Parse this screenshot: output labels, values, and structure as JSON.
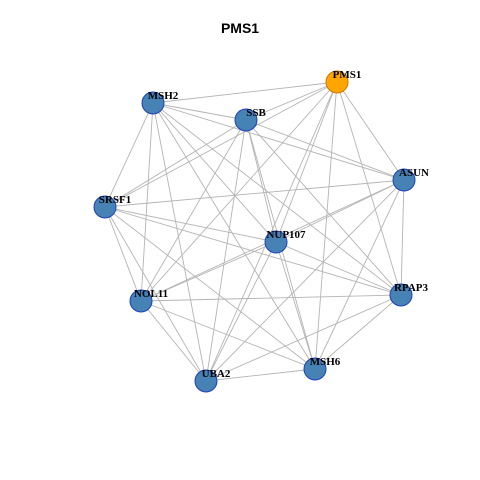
{
  "title": "PMS1",
  "colors": {
    "node_fill": "#4682B4",
    "node_stroke": "#1f3fbf",
    "highlight_fill": "#FFA500",
    "highlight_stroke": "#c97a00",
    "edge": "#b4b4b4"
  },
  "network": {
    "nodes": [
      {
        "id": "PMS1",
        "label": "PMS1",
        "highlight": true
      },
      {
        "id": "MSH2",
        "label": "MSH2",
        "highlight": false
      },
      {
        "id": "SSB",
        "label": "SSB",
        "highlight": false
      },
      {
        "id": "ASUN",
        "label": "ASUN",
        "highlight": false
      },
      {
        "id": "SRSF1",
        "label": "SRSF1",
        "highlight": false
      },
      {
        "id": "NUP107",
        "label": "NUP107",
        "highlight": false
      },
      {
        "id": "RPAP3",
        "label": "RPAP3",
        "highlight": false
      },
      {
        "id": "NOL11",
        "label": "NOL11",
        "highlight": false
      },
      {
        "id": "MSH6",
        "label": "MSH6",
        "highlight": false
      },
      {
        "id": "UBA2",
        "label": "UBA2",
        "highlight": false
      }
    ],
    "edges": [
      [
        "PMS1",
        "MSH2"
      ],
      [
        "PMS1",
        "SSB"
      ],
      [
        "PMS1",
        "ASUN"
      ],
      [
        "PMS1",
        "SRSF1"
      ],
      [
        "PMS1",
        "NUP107"
      ],
      [
        "PMS1",
        "RPAP3"
      ],
      [
        "PMS1",
        "NOL11"
      ],
      [
        "PMS1",
        "MSH6"
      ],
      [
        "PMS1",
        "UBA2"
      ],
      [
        "MSH2",
        "SSB"
      ],
      [
        "MSH2",
        "ASUN"
      ],
      [
        "MSH2",
        "SRSF1"
      ],
      [
        "MSH2",
        "NUP107"
      ],
      [
        "MSH2",
        "RPAP3"
      ],
      [
        "MSH2",
        "NOL11"
      ],
      [
        "MSH2",
        "MSH6"
      ],
      [
        "MSH2",
        "UBA2"
      ],
      [
        "SSB",
        "ASUN"
      ],
      [
        "SSB",
        "SRSF1"
      ],
      [
        "SSB",
        "NUP107"
      ],
      [
        "SSB",
        "RPAP3"
      ],
      [
        "SSB",
        "NOL11"
      ],
      [
        "SSB",
        "MSH6"
      ],
      [
        "SSB",
        "UBA2"
      ],
      [
        "ASUN",
        "SRSF1"
      ],
      [
        "ASUN",
        "NUP107"
      ],
      [
        "ASUN",
        "RPAP3"
      ],
      [
        "ASUN",
        "NOL11"
      ],
      [
        "ASUN",
        "MSH6"
      ],
      [
        "ASUN",
        "UBA2"
      ],
      [
        "SRSF1",
        "NUP107"
      ],
      [
        "SRSF1",
        "RPAP3"
      ],
      [
        "SRSF1",
        "NOL11"
      ],
      [
        "SRSF1",
        "MSH6"
      ],
      [
        "SRSF1",
        "UBA2"
      ],
      [
        "NUP107",
        "RPAP3"
      ],
      [
        "NUP107",
        "NOL11"
      ],
      [
        "NUP107",
        "MSH6"
      ],
      [
        "NUP107",
        "UBA2"
      ],
      [
        "RPAP3",
        "NOL11"
      ],
      [
        "RPAP3",
        "MSH6"
      ],
      [
        "RPAP3",
        "UBA2"
      ],
      [
        "NOL11",
        "MSH6"
      ],
      [
        "NOL11",
        "UBA2"
      ],
      [
        "MSH6",
        "UBA2"
      ]
    ]
  }
}
